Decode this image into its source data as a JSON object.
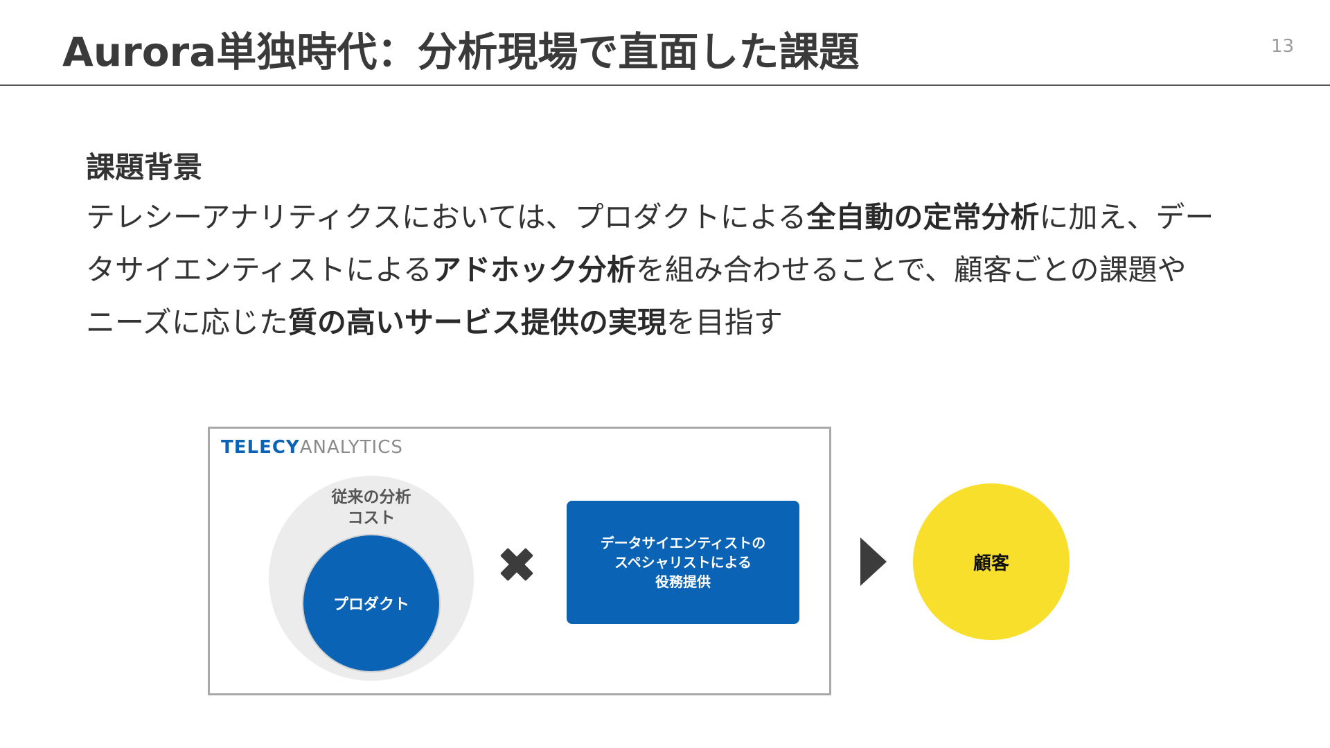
{
  "slide": {
    "title": "Aurora単独時代：分析現場で直面した課題",
    "page_number": "13"
  },
  "background": {
    "heading": "課題背景",
    "line1": {
      "t1": "テレシーアナリティクスにおいては、プロダクトによる",
      "b1": "全自動の定常分析",
      "t2": "に加え、デー"
    },
    "line2": {
      "t1": "タサイエンティストによる",
      "b1": "アドホック分析",
      "t2": "を組み合わせることで、顧客ごとの課題や"
    },
    "line3": {
      "t1": "ニーズに応じた",
      "b1": "質の高いサービス提供の実現",
      "t2": "を目指す"
    }
  },
  "diagram": {
    "logo_primary": "TELECY",
    "logo_secondary": "ANALYTICS",
    "outer_label_line1": "従来の分析",
    "outer_label_line2": "コスト",
    "inner_label": "プロダクト",
    "service_line1": "データサイエンティストの",
    "service_line2": "スペシャリストによる",
    "service_line3": "役務提供",
    "customer_label": "顧客",
    "colors": {
      "blue": "#0a63b5",
      "yellow": "#f8df2c",
      "gray_circle": "#ececec",
      "dark_icon": "#3c3c3c"
    },
    "icons": [
      "cross-icon",
      "play-arrow-icon"
    ]
  }
}
